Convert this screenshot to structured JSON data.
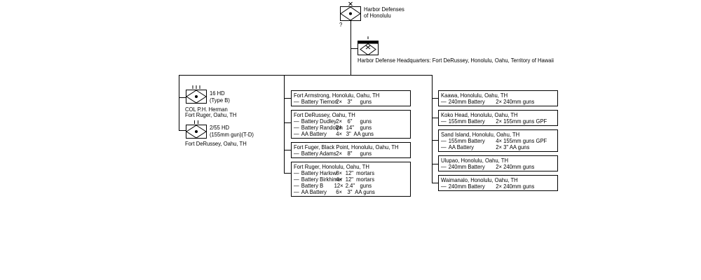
{
  "top": {
    "name": "Harbor Defenses\nof Honolulu",
    "line1": "Harbor Defenses",
    "line2": "of Honolulu",
    "q": "?"
  },
  "hq": {
    "label": "Harbor Defense Headquarters: Fort DeRussey, Honolulu, Oahu, Territory of Hawaii"
  },
  "left": {
    "unit1": {
      "size": "III",
      "name1": "16 HD",
      "name2": "(Type B)",
      "cmd": "COL  P.H. Herman",
      "loc": "Fort Ruger, Oahu, TH"
    },
    "unit2": {
      "size": "II",
      "name1": "2/55 HD",
      "name2": "(155mm gun)(T-D)",
      "loc": "Fort DeRussey, Oahu, TH"
    }
  },
  "middle": [
    {
      "title": "Fort Armstrong, Honolulu, Oahu, TH",
      "rows": [
        {
          "name": "Battery Tiernon",
          "qty": "2×",
          "cal": "3\"",
          "type": "guns"
        }
      ]
    },
    {
      "title": "Fort DeRussey, Oahu, TH",
      "rows": [
        {
          "name": "Battery Dudley",
          "qty": "2×",
          "cal": "6\"",
          "type": "guns"
        },
        {
          "name": "Battery Randolph",
          "qty": "2×",
          "cal": "14\"",
          "type": "guns"
        },
        {
          "name": "AA Battery",
          "qty": "4×",
          "cal": "3\"",
          "type": "AA guns"
        }
      ]
    },
    {
      "title": "Fort Fuger, Black Point, Honolulu, Oahu, TH",
      "rows": [
        {
          "name": "Battery Adams",
          "qty": "2×",
          "cal": "8\"",
          "type": "guns"
        }
      ]
    },
    {
      "title": "Fort Ruger, Honolulu, Oahu, TH",
      "rows": [
        {
          "name": "Battery Harlow",
          "qty": "8×",
          "cal": "12\"",
          "type": "mortars"
        },
        {
          "name": "Battery Birkhimer",
          "qty": "4×",
          "cal": "12\"",
          "type": "mortars"
        },
        {
          "name": "Battery B",
          "qty": "12×",
          "cal": "2.4\"",
          "type": "guns"
        },
        {
          "name": "AA Battery",
          "qty": "6×",
          "cal": "3\"",
          "type": "AA guns"
        }
      ]
    }
  ],
  "right": [
    {
      "title": "Kaawa, Honolulu, Oahu, TH",
      "rows": [
        {
          "name": "240mm Battery",
          "desc": "2× 240mm guns"
        }
      ]
    },
    {
      "title": "Koko Head, Honolulu, Oahu, TH",
      "rows": [
        {
          "name": "155mm Battery",
          "desc": "2× 155mm guns GPF"
        }
      ]
    },
    {
      "title": "Sand Island, Honolulu, Oahu, TH",
      "rows": [
        {
          "name": "155mm Battery",
          "desc": "4× 155mm guns GPF"
        },
        {
          "name": "AA Battery",
          "desc": "2×   3\" AA guns"
        }
      ]
    },
    {
      "title": "Ulupao, Honolulu, Oahu, TH",
      "rows": [
        {
          "name": "240mm Battery",
          "desc": "2× 240mm guns"
        }
      ]
    },
    {
      "title": "Waimanalo, Honolulu, Oahu, TH",
      "rows": [
        {
          "name": "240mm Battery",
          "desc": "2× 240mm guns"
        }
      ]
    }
  ]
}
